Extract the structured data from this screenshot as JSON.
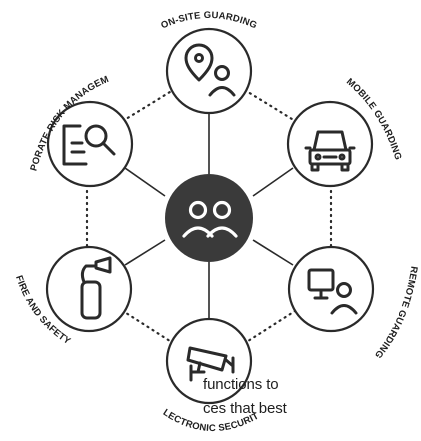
{
  "diagram": {
    "center": {
      "icon": "group-people-icon"
    },
    "services": [
      {
        "id": "onsite",
        "label": "ON-SITE GUARDING",
        "icon": "location-person-icon"
      },
      {
        "id": "mobile",
        "label": "MOBILE GUARDING",
        "icon": "car-icon"
      },
      {
        "id": "remote",
        "label": "REMOTE GUARDING",
        "icon": "monitor-person-icon"
      },
      {
        "id": "electronic",
        "label": "ELECTRONIC SECURITY",
        "icon": "cctv-camera-icon"
      },
      {
        "id": "fire",
        "label": "FIRE AND SAFETY",
        "icon": "fire-extinguisher-icon"
      },
      {
        "id": "risk",
        "label": "CORPORATE RISK MANAGEMENT",
        "icon": "document-search-icon"
      }
    ],
    "colors": {
      "stroke": "#2a2a2a",
      "hub_fill": "#3a3a3a",
      "hub_icon": "#ffffff",
      "background": "#ffffff"
    }
  },
  "caption": {
    "line1": "functions to",
    "line2": "ces that best"
  }
}
